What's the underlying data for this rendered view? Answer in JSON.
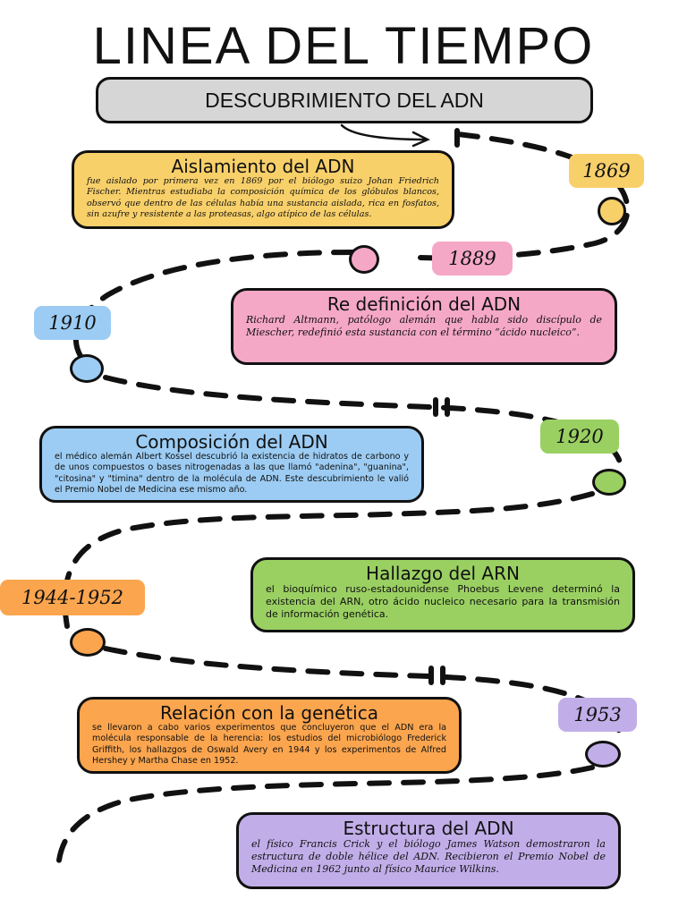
{
  "title": "LINEA DEL TIEMPO",
  "subtitle": "DESCUBRIMIENTO DEL ADN",
  "colors": {
    "yellow": "#f8d06a",
    "pink": "#f5a8c6",
    "blue": "#9cccf3",
    "green": "#9ad062",
    "orange": "#fba54e",
    "purple": "#c1aee9",
    "gray": "#d6d6d6"
  },
  "events": [
    {
      "year": "1869",
      "title": "Aislamiento del ADN",
      "text": "fue aislado por primera vez en 1869 por el biólogo suizo Johan Friedrich Fischer. Mientras estudiaba la composición química de los glóbulos blancos, observó que dentro de las células había una sustancia aislada, rica en fosfatos, sin azufre y resistente a las proteasas, algo atípico de las células."
    },
    {
      "year": "1889",
      "title": "Re definición del ADN",
      "text": "Richard Altmann, patólogo alemán que habla sido discípulo de Miescher, redefinió esta sustancia con el término “ácido nucleico”."
    },
    {
      "year": "1910",
      "title": "Composición del ADN",
      "text": "el médico alemán Albert Kossel descubrió la existencia de hidratos de carbono y de unos compuestos o bases nitrogenadas a las que llamó \"adenina\", \"guanina\", \"citosina\" y \"timina\" dentro de la molécula de ADN. Este descubrimiento le valió el Premio Nobel de Medicina ese mismo año."
    },
    {
      "year": "1920",
      "title": "Hallazgo del ARN",
      "text": "el bioquímico ruso-estadounidense Phoebus Levene determinó la existencia del ARN, otro ácido nucleico necesario para la transmisión de información genética."
    },
    {
      "year": "1944-1952",
      "title": "Relación con la genética",
      "text": "se llevaron a cabo varios experimentos que concluyeron que el ADN era la molécula responsable de la herencia: los estudios del microbiólogo Frederick Griffith, los hallazgos de Oswald Avery en 1944 y los experimentos de Alfred Hershey y Martha Chase en 1952."
    },
    {
      "year": "1953",
      "title": "Estructura del ADN",
      "text": "el físico Francis Crick y el biólogo James Watson demostraron la estructura de doble hélice del ADN. Recibieron el Premio Nobel de Medicina en 1962 junto al físico Maurice Wilkins."
    }
  ]
}
